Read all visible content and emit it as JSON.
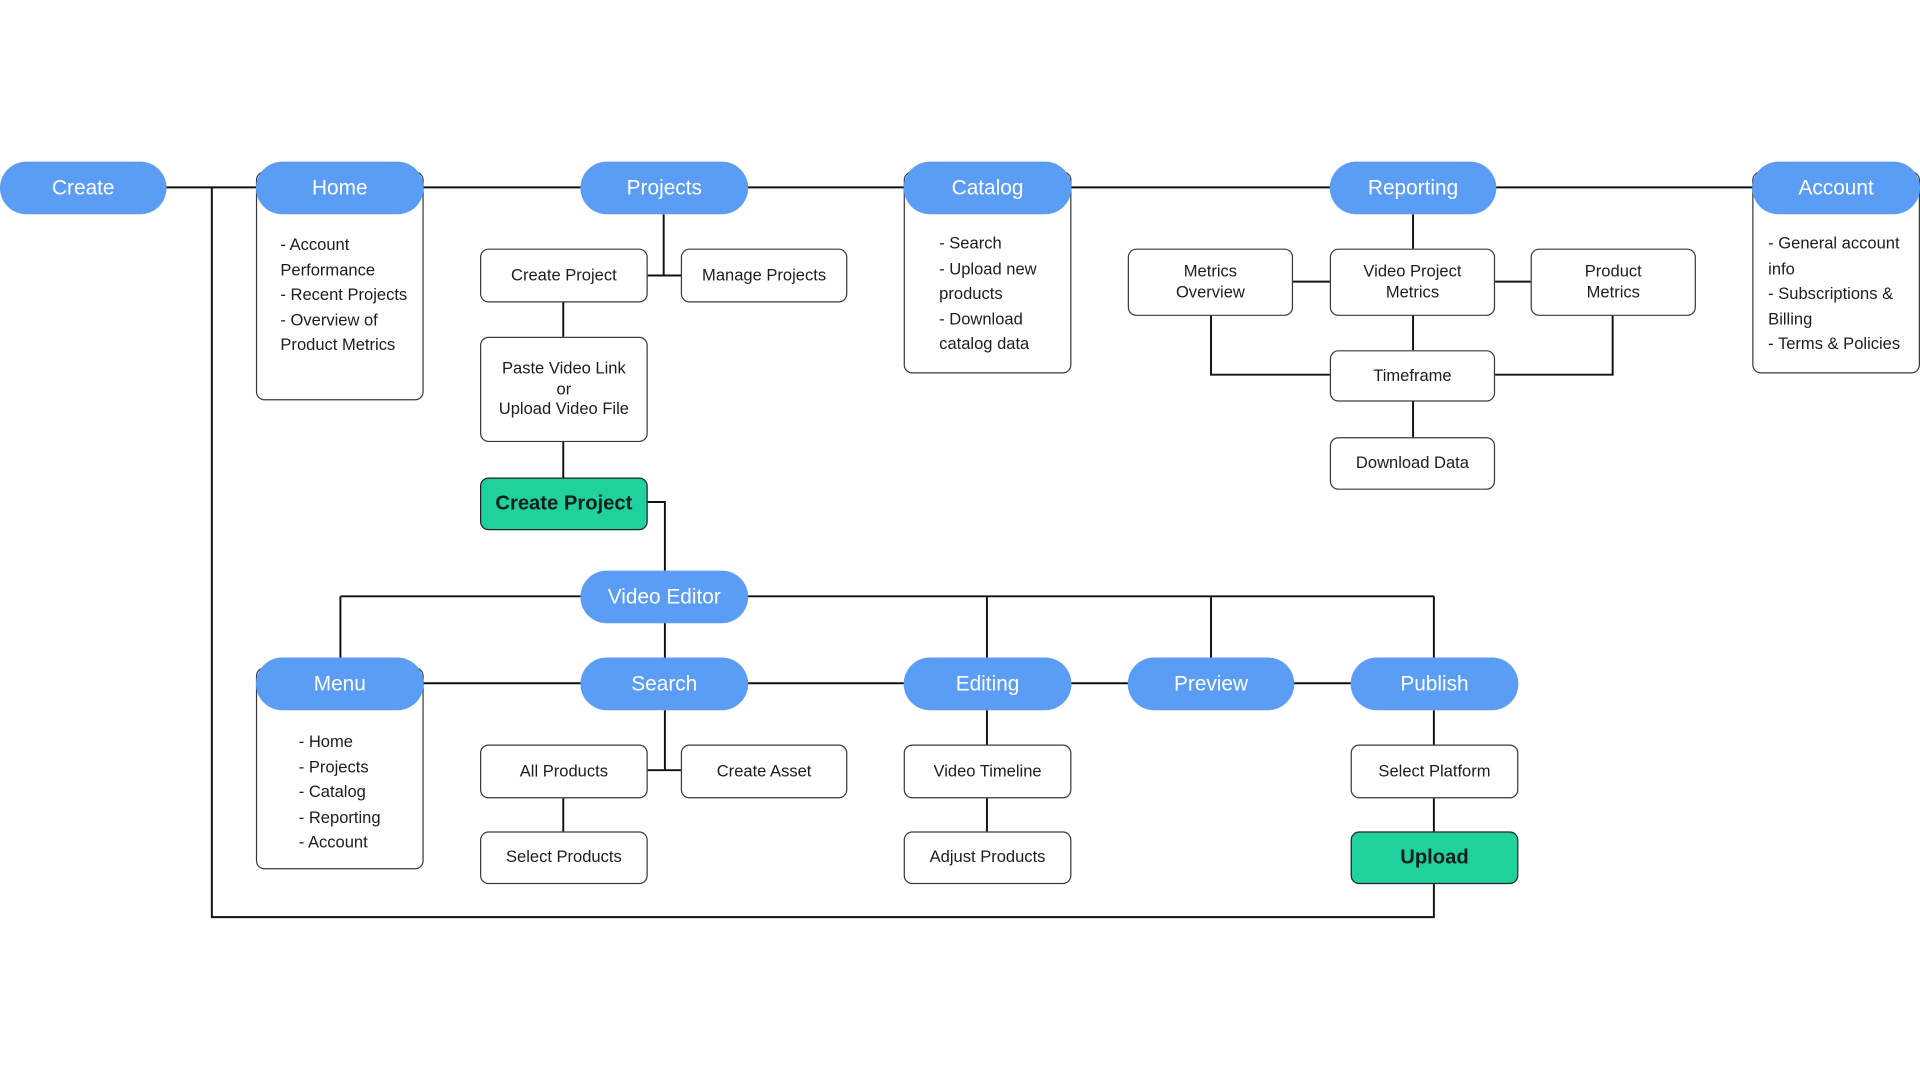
{
  "nav": {
    "create": "Create",
    "home": "Home",
    "projects": "Projects",
    "catalog": "Catalog",
    "reporting": "Reporting",
    "account": "Account"
  },
  "home_items": [
    "- Account Performance",
    "- Recent Projects",
    "- Overview of Product Metrics"
  ],
  "projects": {
    "create_project": "Create Project",
    "manage_projects": "Manage Projects",
    "paste_line1": "Paste Video Link",
    "paste_line2": "or",
    "paste_line3": "Upload Video File",
    "create_project_action": "Create Project"
  },
  "catalog_items": [
    "- Search",
    "- Upload new products",
    "- Download catalog data"
  ],
  "reporting": {
    "metrics_overview": "Metrics Overview",
    "video_project_metrics": "Video Project Metrics",
    "product_metrics": "Product Metrics",
    "timeframe": "Timeframe",
    "download_data": "Download Data"
  },
  "account_items": [
    "- General account info",
    "- Subscriptions & Billing",
    "- Terms & Policies"
  ],
  "editor": {
    "video_editor": "Video Editor",
    "menu": "Menu",
    "search": "Search",
    "editing": "Editing",
    "preview": "Preview",
    "publish": "Publish",
    "all_products": "All Products",
    "create_asset": "Create Asset",
    "select_products": "Select Products",
    "video_timeline": "Video Timeline",
    "adjust_products": "Adjust Products",
    "select_platform": "Select Platform",
    "upload": "Upload"
  },
  "menu_items": [
    "- Home",
    "- Projects",
    "- Catalog",
    "- Reporting",
    "- Account"
  ],
  "colors": {
    "pill": "#5b9cf5",
    "action": "#1fd19c",
    "line": "#111111",
    "box_border": "#3a3a3a"
  }
}
